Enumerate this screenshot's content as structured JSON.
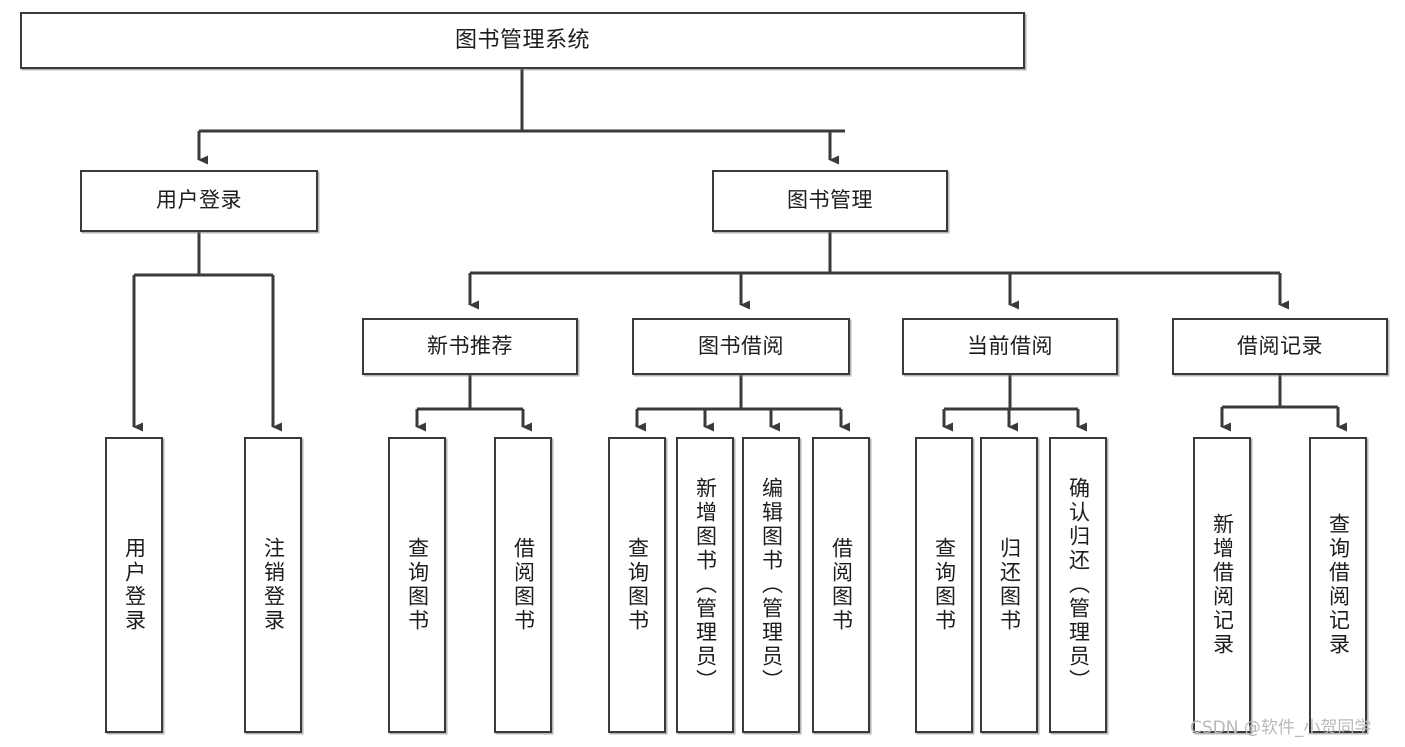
{
  "diagram": {
    "title": "图书管理系统",
    "type": "tree-hierarchy-diagram",
    "colors": {
      "box_border": "#3a3a3a",
      "box_fill": "#ffffff",
      "connector": "#3a3a3a",
      "text": "#1d1d1d",
      "watermark": "#b9b9b9",
      "background": "#ffffff"
    },
    "levels": {
      "level1": "root",
      "level2": "modules",
      "level3": "sub-modules",
      "level4": "operations"
    },
    "nodes": {
      "root": {
        "label": "图书管理系统",
        "orientation": "horizontal"
      },
      "user_login": {
        "label": "用户登录",
        "orientation": "horizontal"
      },
      "book_manage": {
        "label": "图书管理",
        "orientation": "horizontal"
      },
      "new_book_rec": {
        "label": "新书推荐",
        "orientation": "horizontal"
      },
      "book_borrow": {
        "label": "图书借阅",
        "orientation": "horizontal"
      },
      "current_borrow": {
        "label": "当前借阅",
        "orientation": "horizontal"
      },
      "borrow_record": {
        "label": "借阅记录",
        "orientation": "horizontal"
      },
      "leaf_user_login": {
        "label": "用户登录",
        "orientation": "vertical"
      },
      "leaf_logout": {
        "label": "注销登录",
        "orientation": "vertical"
      },
      "leaf_query_book_1": {
        "label": "查询图书",
        "orientation": "vertical"
      },
      "leaf_borrow_book_1": {
        "label": "借阅图书",
        "orientation": "vertical"
      },
      "leaf_query_book_2": {
        "label": "查询图书",
        "orientation": "vertical"
      },
      "leaf_add_book": {
        "label": "新增图书（管理员）",
        "orientation": "vertical"
      },
      "leaf_edit_book": {
        "label": "编辑图书（管理员）",
        "orientation": "vertical"
      },
      "leaf_borrow_book_2": {
        "label": "借阅图书",
        "orientation": "vertical"
      },
      "leaf_query_book_3": {
        "label": "查询图书",
        "orientation": "vertical"
      },
      "leaf_return_book": {
        "label": "归还图书",
        "orientation": "vertical"
      },
      "leaf_confirm_return": {
        "label": "确认归还（管理员）",
        "orientation": "vertical"
      },
      "leaf_add_record": {
        "label": "新增借阅记录",
        "orientation": "vertical"
      },
      "leaf_query_record": {
        "label": "查询借阅记录",
        "orientation": "vertical"
      }
    },
    "edges": [
      {
        "from": "root",
        "to": "user_login"
      },
      {
        "from": "root",
        "to": "book_manage"
      },
      {
        "from": "user_login",
        "to": "leaf_user_login"
      },
      {
        "from": "user_login",
        "to": "leaf_logout"
      },
      {
        "from": "book_manage",
        "to": "new_book_rec"
      },
      {
        "from": "book_manage",
        "to": "book_borrow"
      },
      {
        "from": "book_manage",
        "to": "current_borrow"
      },
      {
        "from": "book_manage",
        "to": "borrow_record"
      },
      {
        "from": "new_book_rec",
        "to": "leaf_query_book_1"
      },
      {
        "from": "new_book_rec",
        "to": "leaf_borrow_book_1"
      },
      {
        "from": "book_borrow",
        "to": "leaf_query_book_2"
      },
      {
        "from": "book_borrow",
        "to": "leaf_add_book"
      },
      {
        "from": "book_borrow",
        "to": "leaf_edit_book"
      },
      {
        "from": "book_borrow",
        "to": "leaf_borrow_book_2"
      },
      {
        "from": "current_borrow",
        "to": "leaf_query_book_3"
      },
      {
        "from": "current_borrow",
        "to": "leaf_return_book"
      },
      {
        "from": "current_borrow",
        "to": "leaf_confirm_return"
      },
      {
        "from": "borrow_record",
        "to": "leaf_add_record"
      },
      {
        "from": "borrow_record",
        "to": "leaf_query_record"
      }
    ]
  },
  "watermark": {
    "text": "CSDN @软件_小贺同学"
  }
}
